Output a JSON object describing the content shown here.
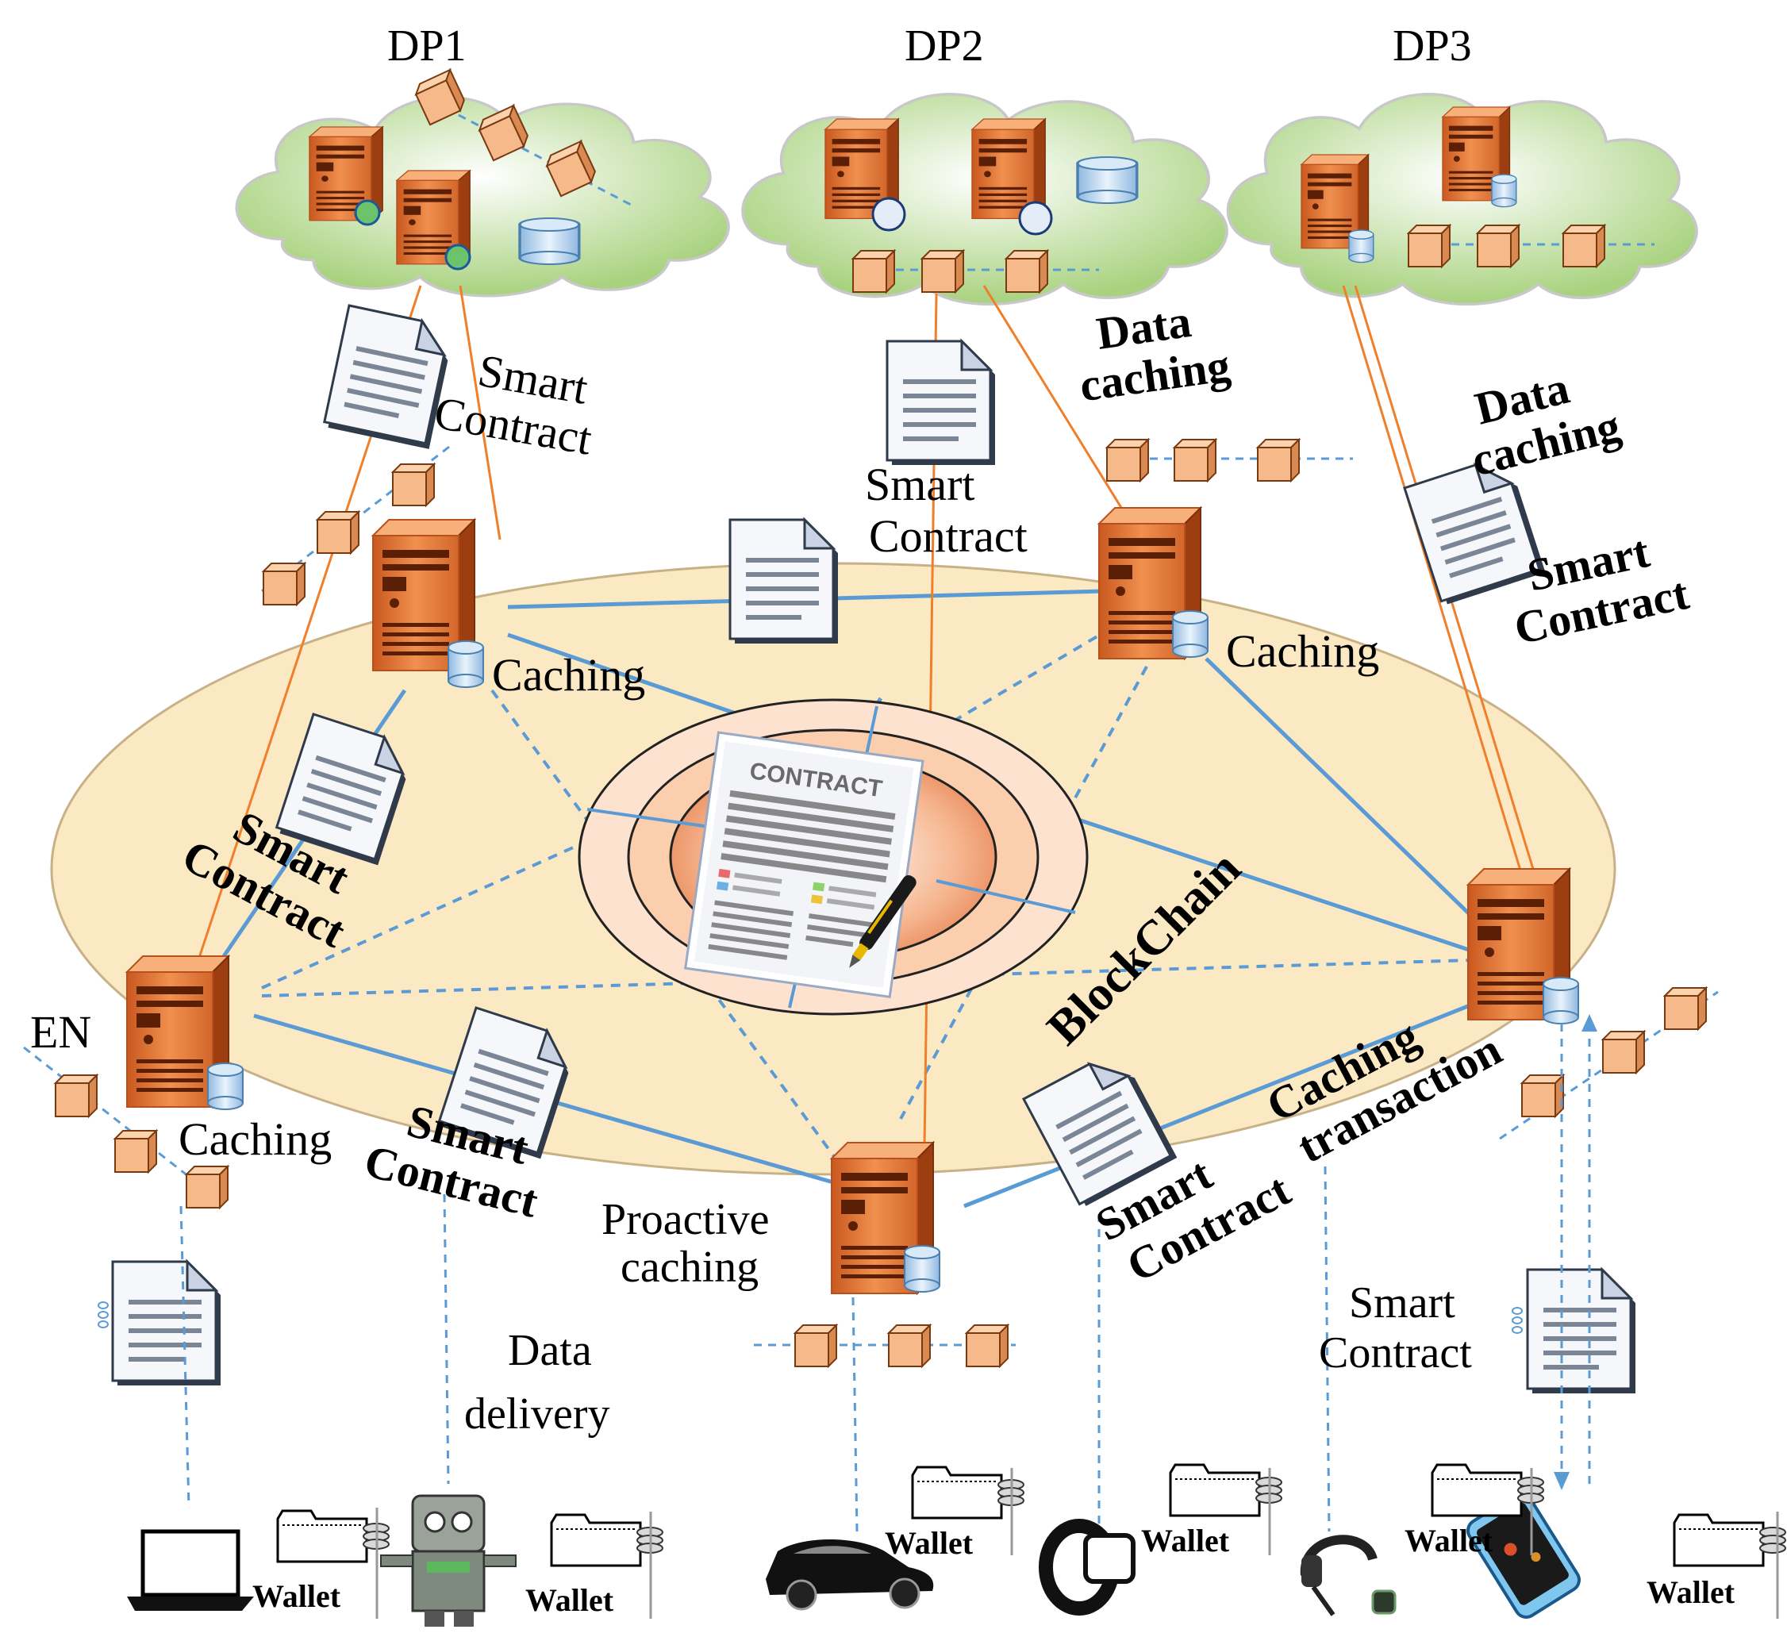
{
  "data_providers": [
    {
      "label": "DP1"
    },
    {
      "label": "DP2"
    },
    {
      "label": "DP3"
    }
  ],
  "central_label": "BlockChain",
  "contract_doc_title": "CONTRACT",
  "en_label": "EN",
  "labels": {
    "smart_contract": [
      "Smart",
      "Contract"
    ],
    "data_caching": [
      "Data",
      "caching"
    ],
    "caching": "Caching",
    "proactive_caching": [
      "Proactive",
      "caching"
    ],
    "data_delivery": [
      "Data",
      "delivery"
    ],
    "caching_transaction": [
      "Caching",
      "transaction"
    ]
  },
  "wallet_label": "Wallet",
  "devices": [
    {
      "kind": "laptop-icon"
    },
    {
      "kind": "robot-icon"
    },
    {
      "kind": "car-icon"
    },
    {
      "kind": "smartwatch-icon"
    },
    {
      "kind": "headset-icon"
    },
    {
      "kind": "smartphone-icon"
    }
  ],
  "colors": {
    "cloud_fill": "#c9e2a8",
    "server_orange": "#e07a3a",
    "ellipse_fill": "#fbe9c4",
    "link_blue": "#5b9bd5",
    "link_orange": "#f07f2a",
    "block_fill": "#f5b98a"
  }
}
